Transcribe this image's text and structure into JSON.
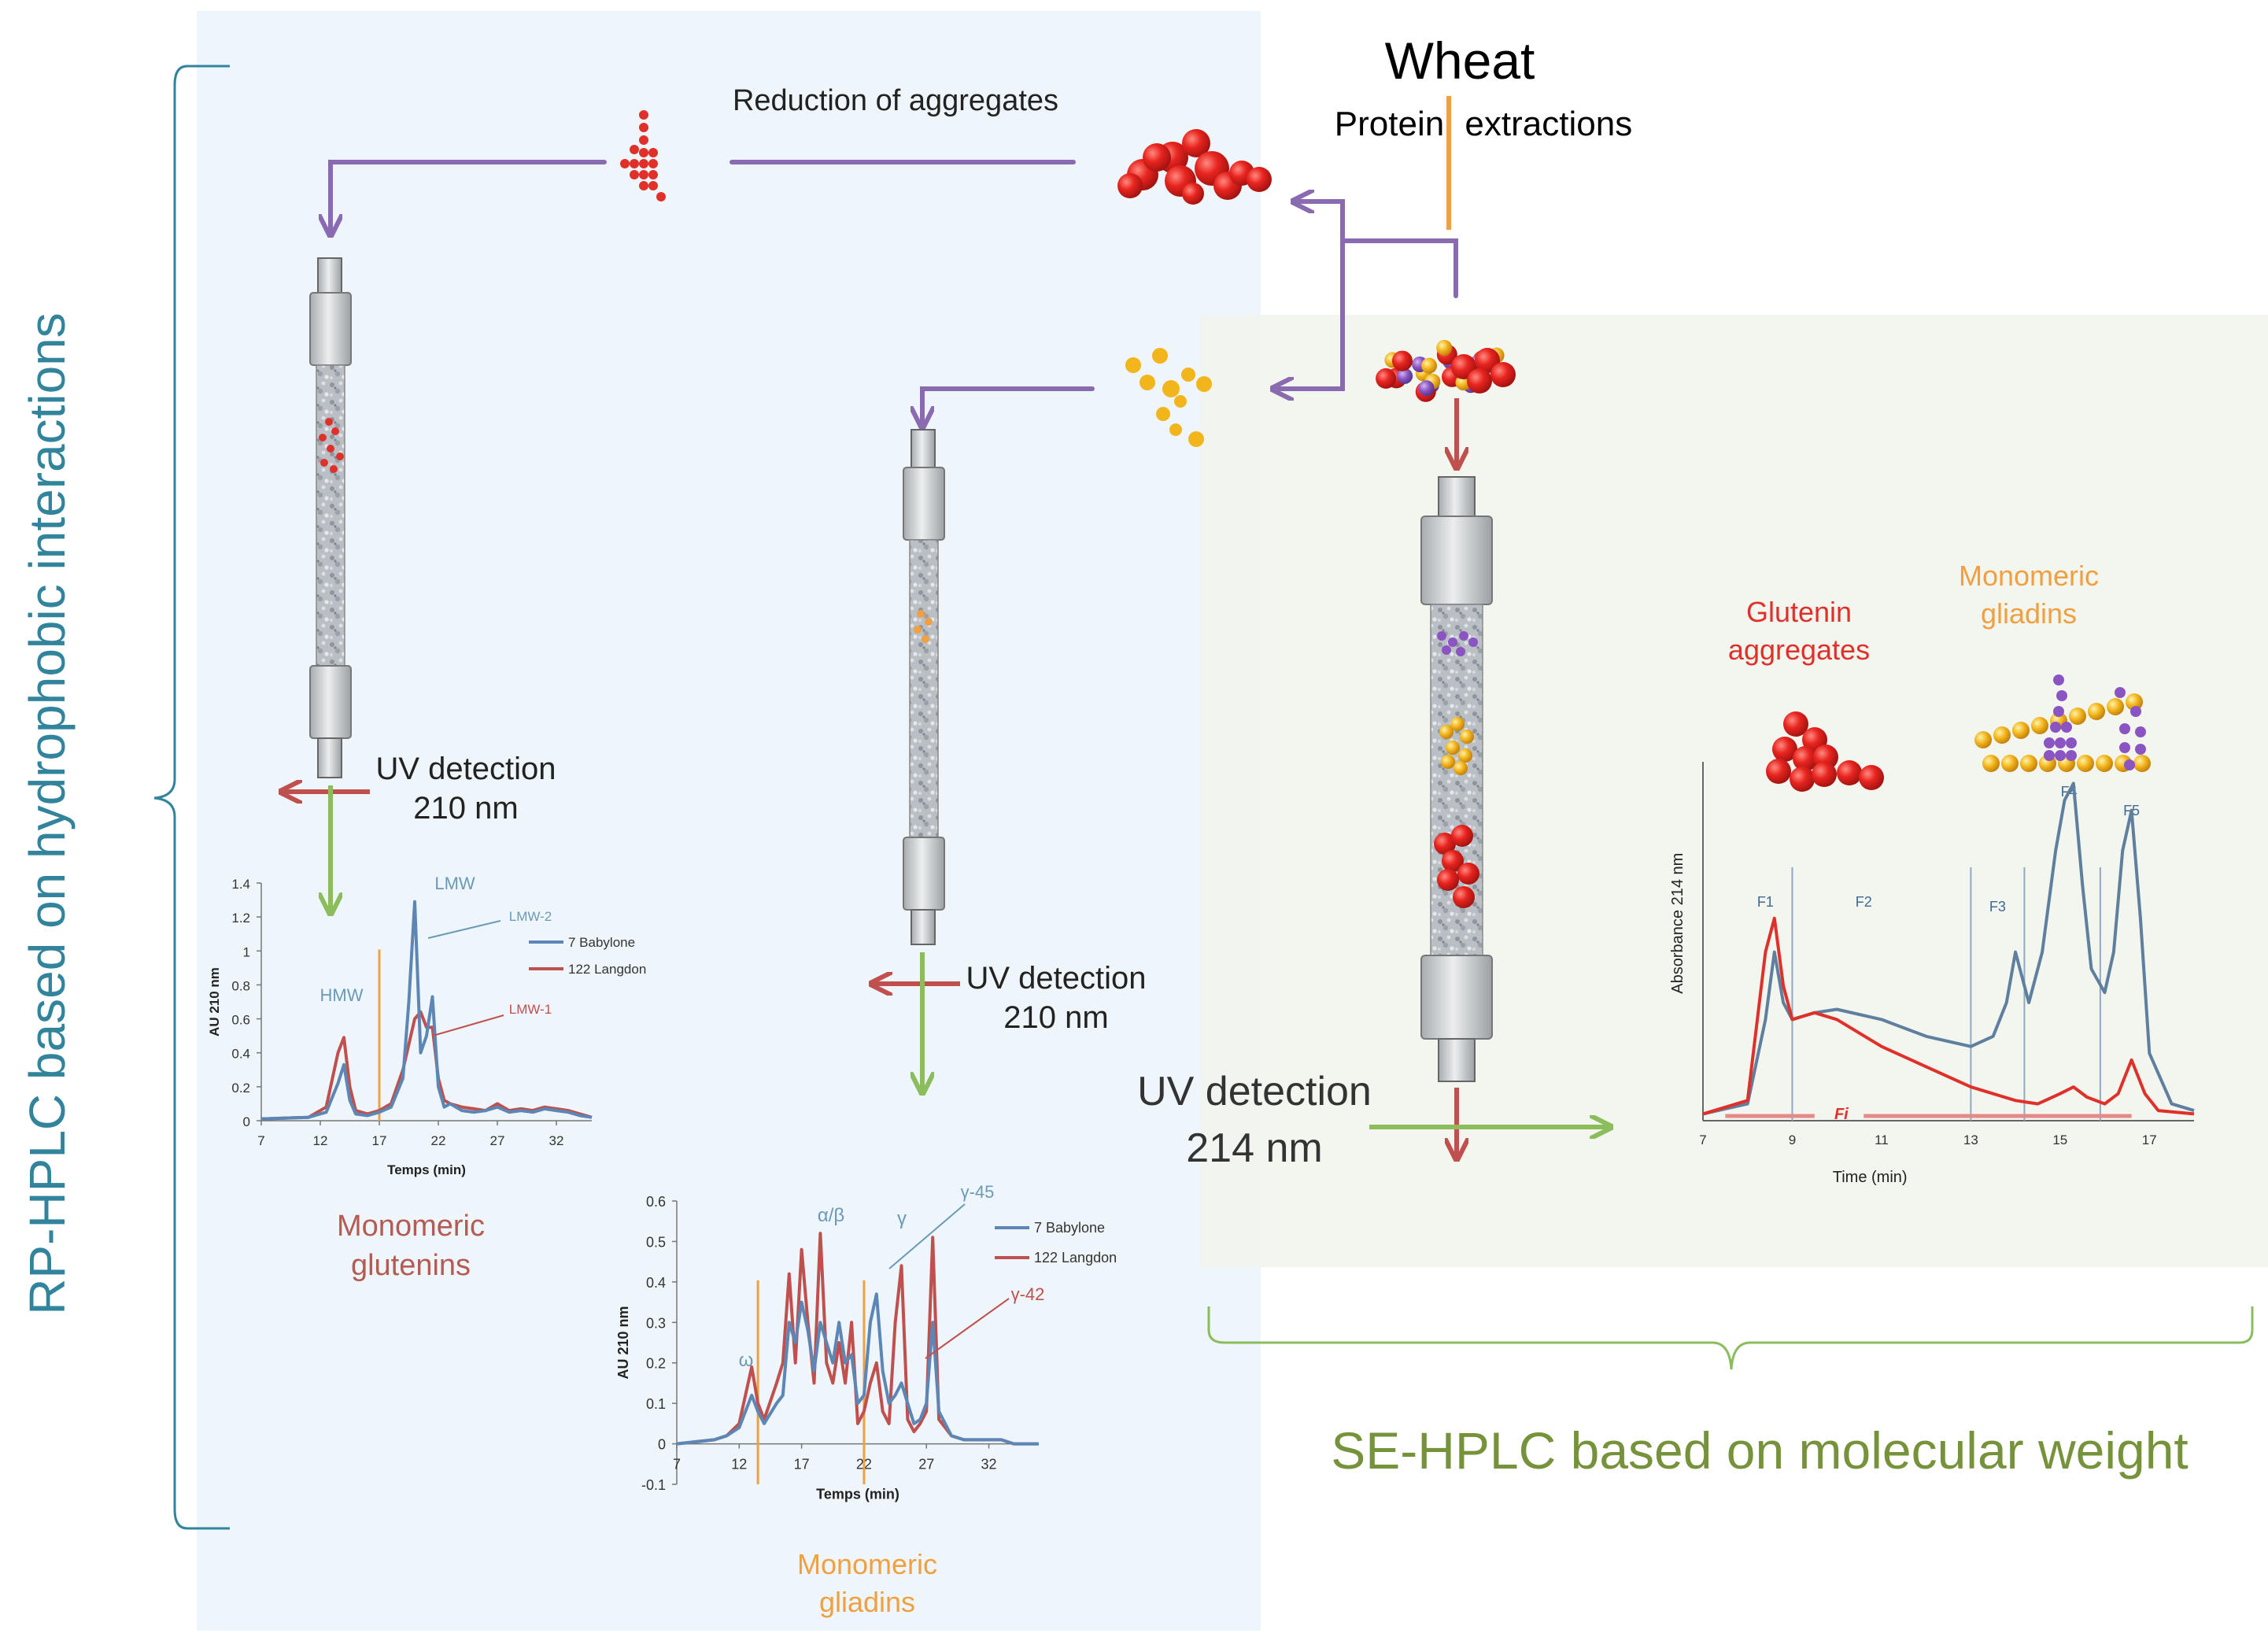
{
  "title": "Wheat",
  "subtitle": "Protein extractions",
  "labels": {
    "reduction": "Reduction of aggregates",
    "uv_detection": "UV detection",
    "uv_210": "210 nm",
    "uv_214": "214 nm",
    "monomeric": "Monomeric",
    "glutenins": "glutenins",
    "gliadins": "gliadins",
    "glutenin": "Glutenin",
    "aggregates": "aggregates",
    "rp_hplc": "RP-HPLC based on hydrophobic interactions",
    "se_hplc": "SE-HPLC based on molecular weight"
  },
  "colors": {
    "rp_panel": "#eef6fb",
    "se_panel": "#f3f5ee",
    "blue_series": "#5b86b5",
    "red_series": "#c0504d",
    "se_red": "#e0302a",
    "se_blue": "#5f7f9f",
    "orange": "#f0a040",
    "purple": "#8a6ab0",
    "green": "#8bbd5c",
    "teal": "#31849b",
    "olive": "#76933c",
    "brick": "#b65a54"
  },
  "chart_data": [
    {
      "type": "line",
      "xlabel": "Temps (min)",
      "ylabel": "AU 210 nm",
      "xlim": [
        7,
        35
      ],
      "ylim": [
        0,
        1.4
      ],
      "xticks": [
        "7",
        "12",
        "17",
        "22",
        "27",
        "32"
      ],
      "yticks": [
        "0",
        "0.2",
        "0.4",
        "0.6",
        "0.8",
        "1",
        "1.2",
        "1.4"
      ],
      "annotations": [
        "HMW",
        "LMW",
        "LMW-2",
        "LMW-1"
      ],
      "legend": [
        "7 Babylone",
        "122 Langdon"
      ],
      "series": [
        {
          "name": "7 Babylone",
          "x": [
            7,
            11,
            12.5,
            13.5,
            14,
            14.5,
            15,
            16,
            17,
            18,
            19,
            19.5,
            20,
            20.5,
            21,
            21.5,
            22,
            22.5,
            23,
            24,
            25,
            26,
            27,
            28,
            29,
            30,
            31,
            32,
            33,
            34,
            35
          ],
          "y": [
            0.01,
            0.02,
            0.05,
            0.22,
            0.33,
            0.12,
            0.04,
            0.03,
            0.05,
            0.08,
            0.25,
            0.7,
            1.29,
            0.4,
            0.5,
            0.73,
            0.2,
            0.08,
            0.1,
            0.06,
            0.05,
            0.06,
            0.08,
            0.05,
            0.06,
            0.05,
            0.07,
            0.06,
            0.05,
            0.03,
            0.02
          ]
        },
        {
          "name": "122 Langdon",
          "x": [
            7,
            11,
            12.5,
            13.5,
            14,
            14.5,
            15,
            16,
            17,
            18,
            19,
            19.5,
            20,
            20.5,
            21,
            21.5,
            22,
            22.5,
            23,
            24,
            25,
            26,
            27,
            28,
            29,
            30,
            31,
            32,
            33,
            34,
            35
          ],
          "y": [
            0.01,
            0.02,
            0.08,
            0.4,
            0.49,
            0.2,
            0.06,
            0.04,
            0.06,
            0.1,
            0.3,
            0.45,
            0.6,
            0.64,
            0.55,
            0.55,
            0.25,
            0.12,
            0.1,
            0.08,
            0.07,
            0.06,
            0.1,
            0.06,
            0.07,
            0.06,
            0.08,
            0.07,
            0.06,
            0.04,
            0.02
          ]
        }
      ],
      "vlines": [
        17
      ]
    },
    {
      "type": "line",
      "xlabel": "Temps (min)",
      "ylabel": "AU 210 nm",
      "xlim": [
        7,
        36
      ],
      "ylim": [
        -0.1,
        0.6
      ],
      "xticks": [
        "7",
        "12",
        "17",
        "22",
        "27",
        "32"
      ],
      "yticks": [
        "-0.1",
        "0",
        "0.1",
        "0.2",
        "0.3",
        "0.4",
        "0.5",
        "0.6"
      ],
      "annotations": [
        "ω",
        "α/β",
        "γ",
        "γ-45",
        "γ-42"
      ],
      "legend": [
        "7 Babylone",
        "122 Langdon"
      ],
      "series": [
        {
          "name": "7 Babylone",
          "x": [
            7,
            10,
            11,
            12,
            13,
            13.5,
            14,
            15,
            15.5,
            16,
            16.5,
            17,
            17.5,
            18,
            18.5,
            19,
            19.5,
            20,
            20.5,
            21,
            21.5,
            22,
            22.5,
            23,
            23.5,
            24,
            24.5,
            25,
            25.5,
            26,
            26.5,
            27,
            27.5,
            28,
            29,
            30,
            31,
            32,
            33,
            34,
            35,
            36
          ],
          "y": [
            0,
            0.01,
            0.02,
            0.04,
            0.12,
            0.08,
            0.05,
            0.1,
            0.12,
            0.3,
            0.25,
            0.35,
            0.28,
            0.18,
            0.3,
            0.25,
            0.2,
            0.3,
            0.2,
            0.22,
            0.1,
            0.12,
            0.3,
            0.37,
            0.18,
            0.1,
            0.12,
            0.15,
            0.1,
            0.05,
            0.06,
            0.1,
            0.3,
            0.08,
            0.02,
            0.01,
            0.01,
            0.01,
            0.01,
            0,
            0,
            0
          ]
        },
        {
          "name": "122 Langdon",
          "x": [
            7,
            10,
            11,
            12,
            13,
            13.5,
            14,
            15,
            15.5,
            16,
            16.5,
            17,
            17.5,
            18,
            18.5,
            19,
            19.5,
            20,
            20.5,
            21,
            21.5,
            22,
            22.5,
            23,
            23.5,
            24,
            24.5,
            25,
            25.5,
            26,
            26.5,
            27,
            27.5,
            28,
            29,
            30,
            31,
            32,
            33,
            34,
            35,
            36
          ],
          "y": [
            0,
            0.01,
            0.02,
            0.05,
            0.19,
            0.1,
            0.06,
            0.15,
            0.2,
            0.42,
            0.2,
            0.48,
            0.3,
            0.15,
            0.52,
            0.2,
            0.15,
            0.25,
            0.15,
            0.3,
            0.05,
            0.08,
            0.15,
            0.2,
            0.08,
            0.05,
            0.3,
            0.44,
            0.06,
            0.03,
            0.05,
            0.08,
            0.51,
            0.06,
            0.02,
            0.01,
            0.01,
            0.01,
            0.01,
            0,
            0,
            0
          ]
        }
      ],
      "vlines": [
        13.5,
        22
      ]
    },
    {
      "type": "line",
      "xlabel": "Time (min)",
      "ylabel": "Absorbance 214 nm",
      "xlim": [
        7,
        18
      ],
      "xticks": [
        "7",
        "9",
        "11",
        "13",
        "15",
        "17"
      ],
      "fractions": [
        "F1",
        "F2",
        "F3",
        "F4",
        "F5"
      ],
      "fraction_boundaries": [
        9,
        13,
        14.2,
        15.9
      ],
      "annotations": [
        "Fi"
      ],
      "series": [
        {
          "name": "",
          "x": [
            7,
            8,
            8.4,
            8.6,
            8.8,
            9,
            9.5,
            10,
            11,
            12,
            13,
            13.5,
            13.8,
            14,
            14.3,
            14.6,
            14.9,
            15.1,
            15.3,
            15.5,
            15.7,
            16,
            16.2,
            16.4,
            16.6,
            16.8,
            17,
            17.5,
            18
          ],
          "y": [
            0.02,
            0.05,
            0.3,
            0.5,
            0.35,
            0.3,
            0.32,
            0.33,
            0.3,
            0.25,
            0.22,
            0.25,
            0.35,
            0.5,
            0.35,
            0.5,
            0.8,
            0.95,
            1.0,
            0.7,
            0.45,
            0.38,
            0.5,
            0.8,
            0.92,
            0.6,
            0.2,
            0.05,
            0.03
          ]
        },
        {
          "name": "",
          "x": [
            7,
            8,
            8.4,
            8.6,
            8.8,
            9,
            9.5,
            10,
            11,
            12,
            13,
            13.5,
            14,
            14.5,
            15,
            15.3,
            15.6,
            16,
            16.3,
            16.6,
            16.9,
            17.2,
            18
          ],
          "y": [
            0.02,
            0.06,
            0.5,
            0.6,
            0.4,
            0.3,
            0.32,
            0.3,
            0.22,
            0.16,
            0.1,
            0.08,
            0.06,
            0.05,
            0.08,
            0.1,
            0.07,
            0.05,
            0.08,
            0.18,
            0.08,
            0.03,
            0.02
          ]
        }
      ]
    }
  ]
}
